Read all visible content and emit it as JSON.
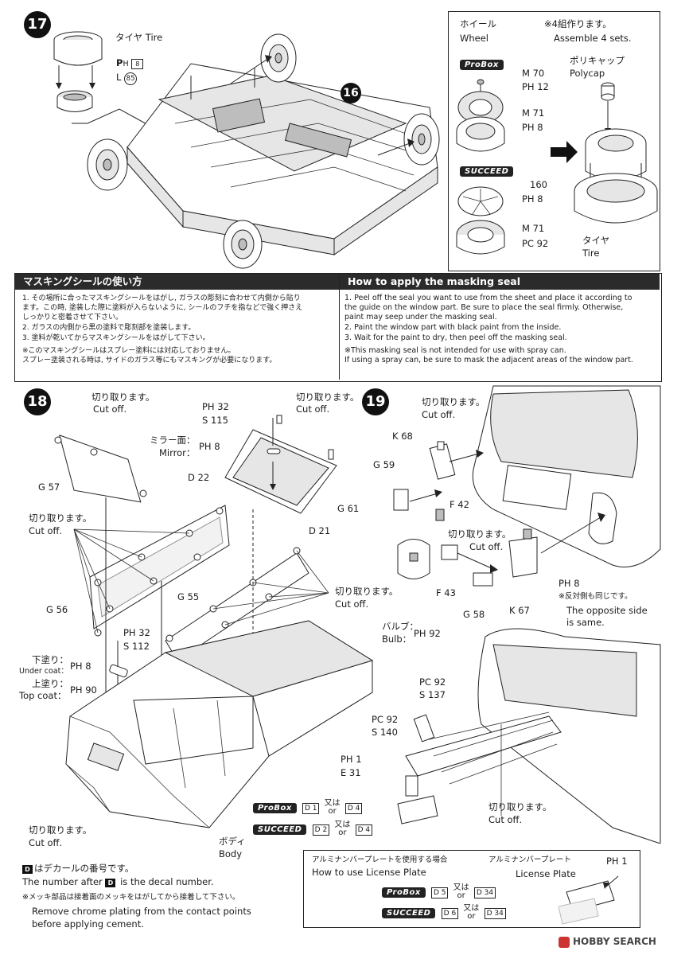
{
  "step17": {
    "number": "17",
    "tire_label": "タイヤ Tire",
    "tire_parts": [
      {
        "prefix": "P",
        "sub": "H",
        "num": "8",
        "boxed": true
      },
      {
        "prefix": "L",
        "sub": "",
        "num": "85",
        "boxed": false
      }
    ],
    "callout_number": "16",
    "wheel_panel": {
      "title_jp": "ホイール",
      "title_en": "Wheel",
      "assemble_jp": "※4組作ります。",
      "assemble_en": "Assemble 4 sets.",
      "polycap_jp": "ポリキャップ",
      "polycap_en": "Polycap",
      "tire_jp": "タイヤ",
      "tire_en": "Tire",
      "probox_label": "ProBox",
      "succeed_label": "SUCCEED",
      "probox_parts_a": [
        "M 70",
        "PH 12"
      ],
      "probox_parts_b": [
        "M 71",
        "PH 8"
      ],
      "succeed_parts_a": [
        "160",
        "PH 8"
      ],
      "succeed_parts_b": [
        "M 71",
        "PC 92"
      ]
    }
  },
  "masking": {
    "jp_title": "マスキングシールの使い方",
    "jp_items": [
      "1. その場所に合ったマスキングシールをはがし, ガラスの彫刻に合わせて内側から貼り",
      "   ます。この時, 塗装した際に塗料が入らないように, シールのフチを指などで強く押さえ",
      "   しっかりと密着させて下さい。",
      "2. ガラスの内側から黒の塗料で彫刻部を塗装します。",
      "3. 塗料が乾いてからマスキングシールをはがして下さい。",
      "※このマスキングシールはスプレー塗料には対応しておりません。",
      "   スプレー塗装される時は, サイドのガラス等にもマスキングが必要になります。"
    ],
    "en_title": "How to apply the masking seal",
    "en_items": [
      "1. Peel off the seal you want to use from the sheet and place it according to",
      "   the guide on the window part. Be sure to place the seal firmly. Otherwise,",
      "   paint may seep under the masking seal.",
      "2. Paint the window part with black paint from the inside.",
      "3. Wait for the paint to dry, then peel off the masking seal.",
      "※This masking seal is not intended for use with spray can.",
      "   If using a spray can, be sure to mask the adjacent areas of the window part."
    ]
  },
  "step18": {
    "number": "18",
    "cutoff_jp": "切り取ります。",
    "cutoff_en": "Cut off.",
    "mirror_jp": "ミラー面：",
    "mirror_en": "Mirror：",
    "undercoat_jp": "下塗り：",
    "undercoat_en": "Under coat：",
    "topcoat_jp": "上塗り：",
    "topcoat_en": "Top coat：",
    "body_jp": "ボディ",
    "body_en": "Body",
    "parts": {
      "g57": "G 57",
      "ph32_s115": [
        "PH 32",
        "S 115"
      ],
      "ph8_mirror": "PH 8",
      "d22": "D 22",
      "g61": "G 61",
      "d21": "D 21",
      "g56": "G 56",
      "g55": "G 55",
      "ph32_s112": [
        "PH 32",
        "S 112"
      ],
      "ph8": "PH 8",
      "ph90": "PH 90",
      "ph1_e31": [
        "PH 1",
        "E 31"
      ]
    },
    "decal_rows": [
      {
        "brand": "ProBox",
        "d1": "D 1",
        "or_jp": "又は",
        "or_en": "or",
        "d2": "D 4"
      },
      {
        "brand": "SUCCEED",
        "d1": "D 2",
        "or_jp": "又は",
        "or_en": "or",
        "d2": "D 4"
      }
    ],
    "decal_note_jp": "はデカールの番号です。",
    "decal_note_en_a": "The number after",
    "decal_note_en_b": "is the decal number.",
    "decal_D": "D",
    "chrome_note_jp": "※メッキ部品は接着面のメッキをはがしてから接着して下さい。",
    "chrome_note_en_1": "Remove chrome plating from the contact points",
    "chrome_note_en_2": "before applying cement."
  },
  "step19": {
    "number": "19",
    "cutoff_jp": "切り取ります。",
    "cutoff_en": "Cut off.",
    "parts": {
      "k68": "K 68",
      "g59": "G 59",
      "f42": "F 42",
      "f43": "F 43",
      "g58": "G 58",
      "k67": "K 67",
      "ph8": "PH 8",
      "bulb_ph92": "PH 92",
      "pc92_s137": [
        "PC 92",
        "S 137"
      ],
      "pc92_s140": [
        "PC 92",
        "S 140"
      ]
    },
    "bulb_jp": "バルブ：",
    "bulb_en": "Bulb：",
    "opposite_jp": "※反対側も同じです。",
    "opposite_en_1": "The opposite side",
    "opposite_en_2": "is same."
  },
  "license_plate_box": {
    "title_jp": "アルミナンバープレートを使用する場合",
    "title_en": "How to use License Plate",
    "plate_jp": "アルミナンバープレート",
    "plate_en": "License Plate",
    "plate_part": "PH 1",
    "rows": [
      {
        "brand": "ProBox",
        "d1": "D 5",
        "or_jp": "又は",
        "or_en": "or",
        "d2": "D 34"
      },
      {
        "brand": "SUCCEED",
        "d1": "D 6",
        "or_jp": "又は",
        "or_en": "or",
        "d2": "D 34"
      }
    ]
  },
  "watermark": "HOBBY SEARCH"
}
